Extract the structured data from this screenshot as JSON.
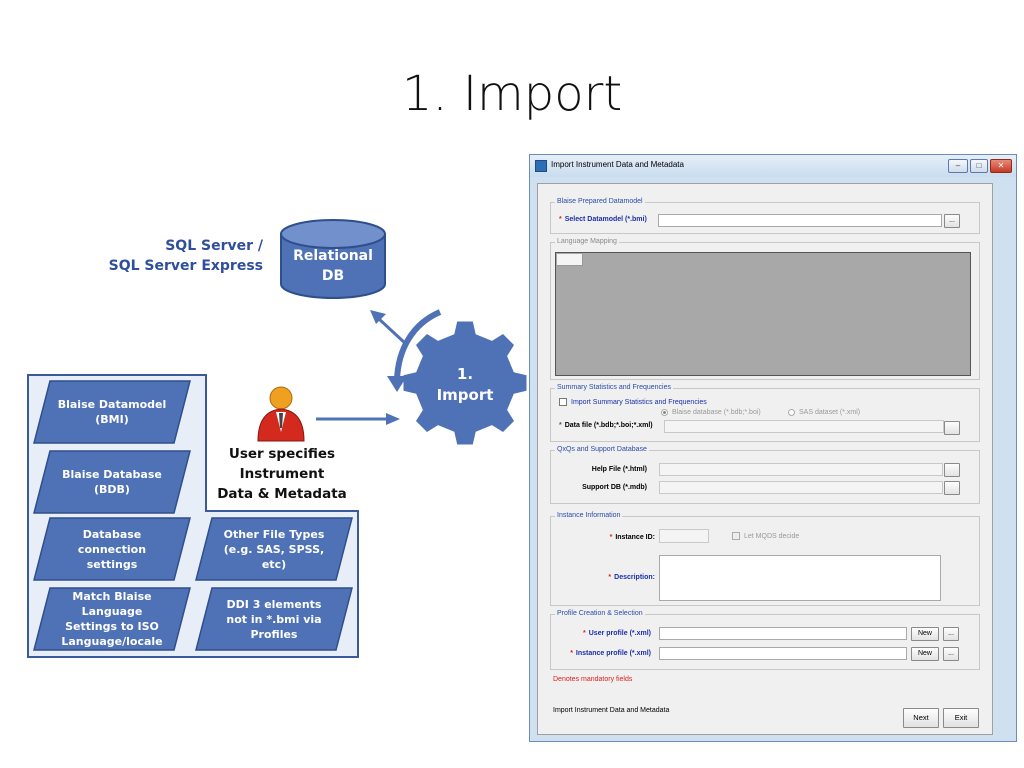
{
  "slide": {
    "title": "1. Import"
  },
  "diagram": {
    "db_server_label": [
      "SQL Server /",
      "SQL Server Express"
    ],
    "db_label": [
      "Relational",
      "DB"
    ],
    "gear_label": [
      "1.",
      "Import"
    ],
    "user_label": [
      "User specifies",
      "Instrument",
      "Data & Metadata"
    ],
    "inputs": [
      {
        "lines": [
          "Blaise Datamodel",
          "(BMI)"
        ]
      },
      {
        "lines": [
          "Blaise Database",
          "(BDB)"
        ]
      },
      {
        "lines": [
          "Database",
          "connection",
          "settings"
        ]
      },
      {
        "lines": [
          "Other File Types",
          "(e.g. SAS, SPSS,",
          "etc)"
        ]
      },
      {
        "lines": [
          "Match Blaise",
          "Language",
          "Settings  to ISO",
          "Language/locale"
        ]
      },
      {
        "lines": [
          "DDI 3 elements",
          "not in *.bmi via",
          "Profiles"
        ]
      }
    ],
    "colors": {
      "shape_fill": "#4f71b5",
      "shape_stroke": "#2f4e8c",
      "panel_fill": "#e8eef7",
      "panel_stroke": "#3a5a99",
      "text_blue": "#2f4e9c"
    }
  },
  "window": {
    "title": "Import Instrument Data and Metadata",
    "controls": {
      "minimize": "–",
      "maximize": "□",
      "close": "✕"
    },
    "blaise_group": {
      "title": "Blaise Prepared Datamodel",
      "select_label": "Select Datamodel (*.bmi)",
      "browse": "..."
    },
    "language_group": {
      "title": "Language Mapping"
    },
    "summary_group": {
      "title": "Summary Statistics and Frequencies",
      "import_checkbox": "Import Summary Statistics and Frequencies",
      "radio_blaise": "Blaise database (*.bdb;*.boi)",
      "radio_sas": "SAS dataset (*.xml)",
      "data_file_label": "Data file (*.bdb;*.boi;*.xml)"
    },
    "qxq_group": {
      "title": "QxQs and Support Database",
      "help_label": "Help File (*.html)",
      "support_label": "Support DB (*.mdb)"
    },
    "instance_group": {
      "title": "Instance Information",
      "instance_id_label": "Instance ID:",
      "let_mqds": "Let MQDS decide",
      "description_label": "Description:"
    },
    "profile_group": {
      "title": "Profile Creation & Selection",
      "user_profile_label": "User profile (*.xml)",
      "instance_profile_label": "Instance profile (*.xml)",
      "new": "New",
      "browse": "..."
    },
    "mandatory_note": "Denotes mandatory fields",
    "footer_text": "Import Instrument Data and Metadata",
    "next_button": "Next",
    "exit_button": "Exit"
  }
}
